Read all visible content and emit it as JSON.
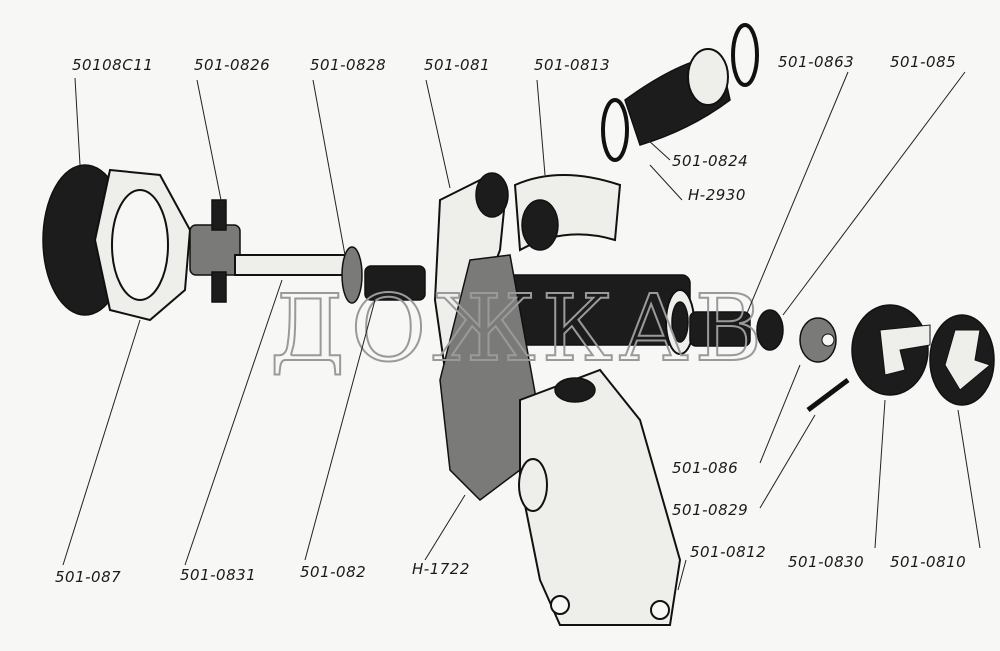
{
  "watermark": "ДОЖКАВ",
  "labels": {
    "l1": "50108C11",
    "l2": "501-0826",
    "l3": "501-0828",
    "l4": "501-081",
    "l5": "501-0813",
    "l6": "501-0863",
    "l7": "501-085",
    "l8": "501-0824",
    "l9": "Н-2930",
    "l10": "501-086",
    "l11": "501-0829",
    "l12": "501-0830",
    "l13": "501-0810",
    "l14": "501-0812",
    "l15": "501-087",
    "l16": "501-0831",
    "l17": "501-082",
    "l18": "Н-1722"
  }
}
